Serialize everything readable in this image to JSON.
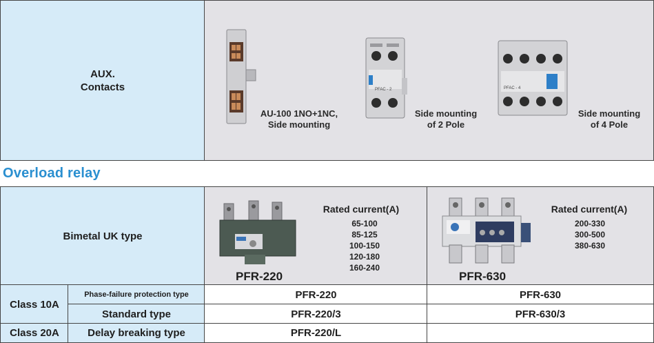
{
  "aux": {
    "label_line1": "AUX.",
    "label_line2": "Contacts",
    "items": [
      {
        "caption_line1": "AU-100 1NO+1NC,",
        "caption_line2": "Side mounting"
      },
      {
        "caption_line1": "Side mounting",
        "caption_line2": "of 2 Pole",
        "block_label": "PFAC - 2"
      },
      {
        "caption_line1": "Side mounting",
        "caption_line2": "of 4 Pole",
        "block_label": "PFAC - 4"
      }
    ]
  },
  "overload": {
    "title": "Overload relay",
    "row_label": "Bimetal UK type",
    "products": [
      {
        "model": "PFR-220",
        "rated_header": "Rated current(A)",
        "ranges": [
          "65-100",
          "85-125",
          "100-150",
          "120-180",
          "160-240"
        ]
      },
      {
        "model": "PFR-630",
        "rated_header": "Rated current(A)",
        "ranges": [
          "200-330",
          "300-500",
          "380-630"
        ]
      }
    ],
    "table": {
      "class10": "Class 10A",
      "class20": "Class 20A",
      "rows": [
        {
          "type": "Phase-failure protection type",
          "col1": "PFR-220",
          "col2": "PFR-630"
        },
        {
          "type": "Standard type",
          "col1": "PFR-220/3",
          "col2": "PFR-630/3"
        },
        {
          "type": "Delay breaking type",
          "col1": "PFR-220/L",
          "col2": ""
        }
      ]
    }
  }
}
